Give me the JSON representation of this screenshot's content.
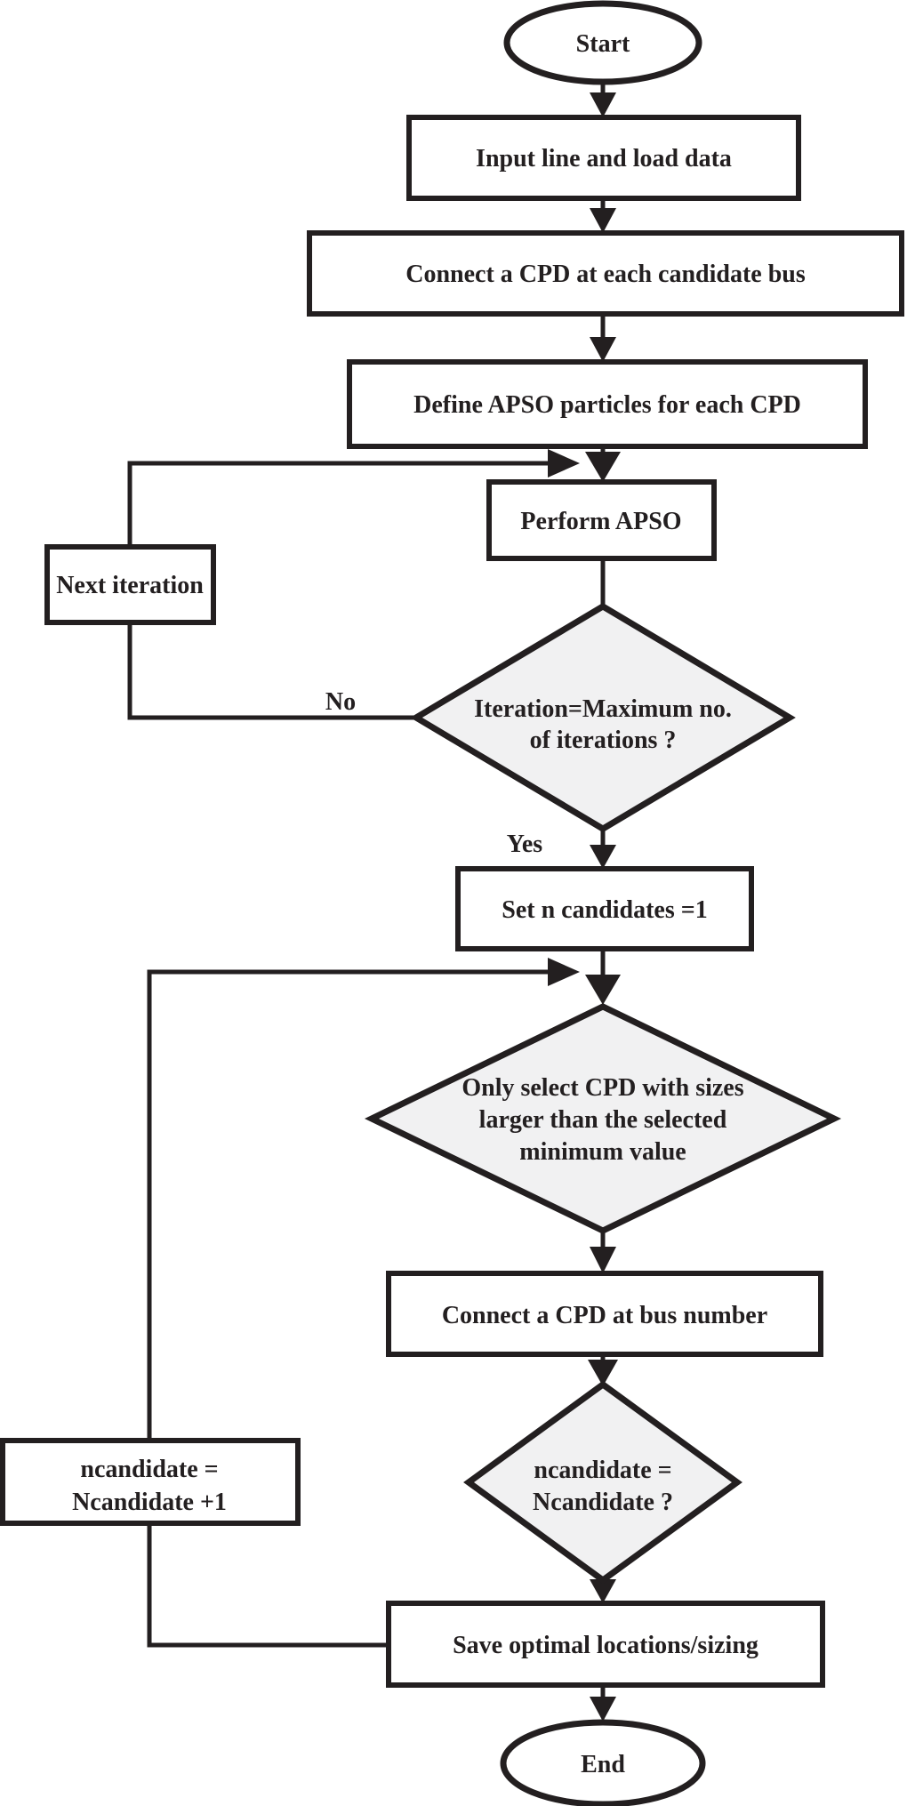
{
  "flowchart": {
    "colors": {
      "stroke": "#231f20",
      "decision_fill": "#f1f1f2",
      "process_fill": "#ffffff",
      "background": "#ffffff"
    },
    "nodes": {
      "start": {
        "label": "Start"
      },
      "input_data": {
        "label": "Input line and load data"
      },
      "connect_cpd_each_bus": {
        "label": "Connect a CPD at each candidate bus"
      },
      "define_apso": {
        "label": "Define APSO particles for each CPD"
      },
      "perform_apso": {
        "label": "Perform APSO"
      },
      "next_iteration": {
        "label": "Next iteration"
      },
      "iteration_check": {
        "line1": "Iteration=Maximum no.",
        "line2": "of iterations ?"
      },
      "set_n_candidates": {
        "label": "Set n candidates =1"
      },
      "select_cpd_sizes": {
        "line1": "Only select CPD with sizes",
        "line2": "larger than the selected",
        "line3": "minimum value"
      },
      "connect_cpd_bus_number": {
        "label": "Connect a CPD at bus number"
      },
      "ncandidate_check": {
        "line1": "ncandidate =",
        "line2": "Ncandidate ?"
      },
      "increment_ncandidate": {
        "line1": "ncandidate =",
        "line2": "Ncandidate +1"
      },
      "save_optimal": {
        "label": "Save optimal locations/sizing"
      },
      "end": {
        "label": "End"
      }
    },
    "edge_labels": {
      "no": "No",
      "yes": "Yes"
    }
  }
}
